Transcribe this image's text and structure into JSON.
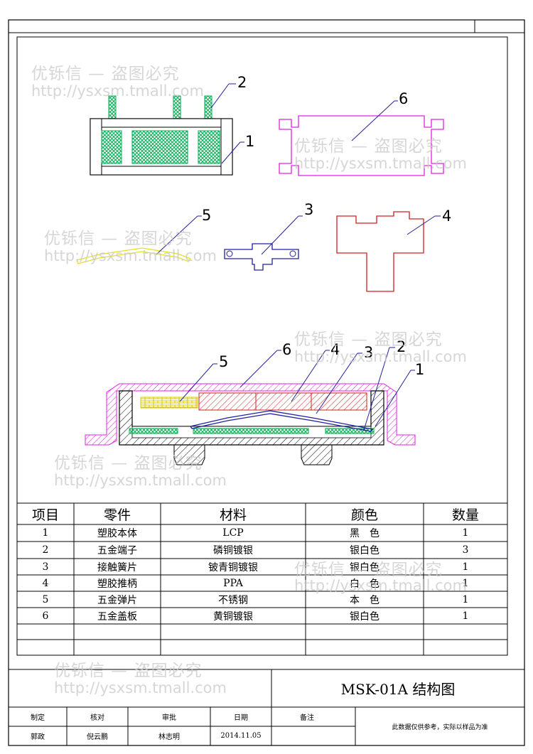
{
  "callouts": [
    "1",
    "2",
    "3",
    "4",
    "5",
    "6"
  ],
  "table": {
    "headers": [
      "项目",
      "零件",
      "材料",
      "颜色",
      "数量"
    ],
    "rows": [
      [
        "1",
        "塑胶本体",
        "LCP",
        "黑　色",
        "1"
      ],
      [
        "2",
        "五金端子",
        "磷铜镀银",
        "银白色",
        "3"
      ],
      [
        "3",
        "接触簧片",
        "铍青铜镀银",
        "银白色",
        "1"
      ],
      [
        "4",
        "塑胶推柄",
        "PPA",
        "白　色",
        "1"
      ],
      [
        "5",
        "五金弹片",
        "不锈钢",
        "本　色",
        "1"
      ],
      [
        "6",
        "五金盖板",
        "黄铜镀银",
        "银白色",
        "1"
      ]
    ]
  },
  "title_block": {
    "title": "MSK-01A 结构图",
    "labels": [
      "制定",
      "核对",
      "审批",
      "日期",
      "备注"
    ],
    "values": [
      "郭政",
      "倪云鹏",
      "林志明",
      "2014.11.05"
    ],
    "note": "此数据仅供参考，实际以样品为准"
  },
  "watermark": {
    "line1": "优铄信 — 盗图必究",
    "line2": "http://ysxsm.tmall.com"
  },
  "colors": {
    "body": "#000000",
    "terminal": "#00b050",
    "cover": "#e020e0",
    "reed": "#2020a0",
    "handle": "#d02020",
    "spring": "#e8e020"
  }
}
